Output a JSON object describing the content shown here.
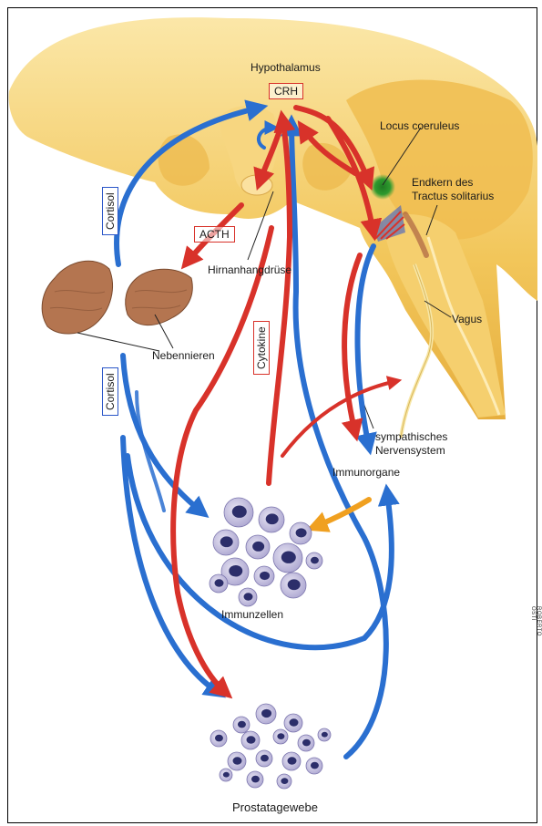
{
  "labels": {
    "hypothalamus": "Hypothalamus",
    "crh": "CRH",
    "locus": "Locus coeruleus",
    "endkern_1": "Endkern des",
    "endkern_2": "Tractus solitarius",
    "acth": "ACTH",
    "hirnanhang": "Hirnanhangdrüse",
    "nebennieren": "Nebennieren",
    "vagus": "Vagus",
    "cortisol_top": "Cortisol",
    "cortisol_mid": "Cortisol",
    "cytokine": "Cytokine",
    "sympath_1": "sympathisches",
    "sympath_2": "Nervensystem",
    "immunorgane": "Immunorgane",
    "immunzellen": "Immunzellen",
    "prostata": "Prostatagewebe"
  },
  "credit": "ROBERTO OSTI",
  "colors": {
    "brain": "#f2c65a",
    "brain_light": "#f8dc8c",
    "brain_dark": "#e0a93a",
    "red_arrow": "#d8322a",
    "blue_arrow": "#2a6fd0",
    "orange_arrow": "#f0a020",
    "adrenal": "#b87a52",
    "cell": "#c9c4e0",
    "nucleus": "#2c2e6a"
  }
}
